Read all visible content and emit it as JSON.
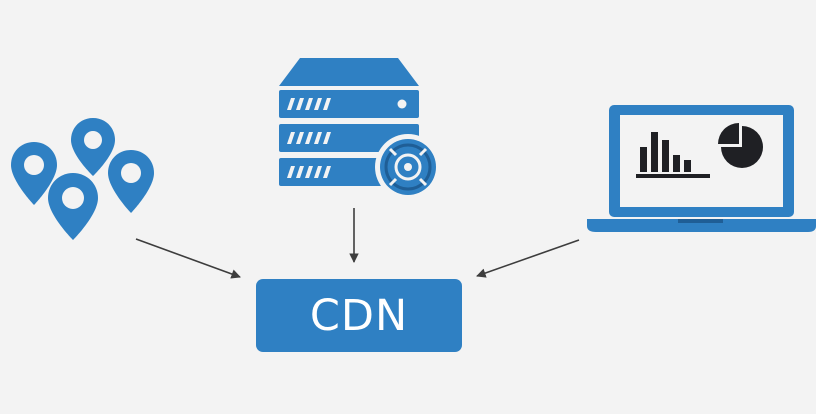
{
  "diagram": {
    "center_label": "CDN",
    "nodes": [
      {
        "id": "locations",
        "icon": "map-pin-cluster-icon"
      },
      {
        "id": "origin-server",
        "icon": "server-rack-icon",
        "badge_icon": "network-globe-icon"
      },
      {
        "id": "client-laptop",
        "icon": "laptop-analytics-icon"
      }
    ],
    "edges": [
      {
        "from": "locations",
        "to": "cdn"
      },
      {
        "from": "origin-server",
        "to": "cdn"
      },
      {
        "from": "client-laptop",
        "to": "cdn"
      }
    ]
  },
  "colors": {
    "background": "#f3f3f3",
    "brand_blue": "#2f80c3",
    "dark_blue": "#1f5e96",
    "arrow": "#3d3d3d",
    "chart_dark": "#1f2024"
  }
}
